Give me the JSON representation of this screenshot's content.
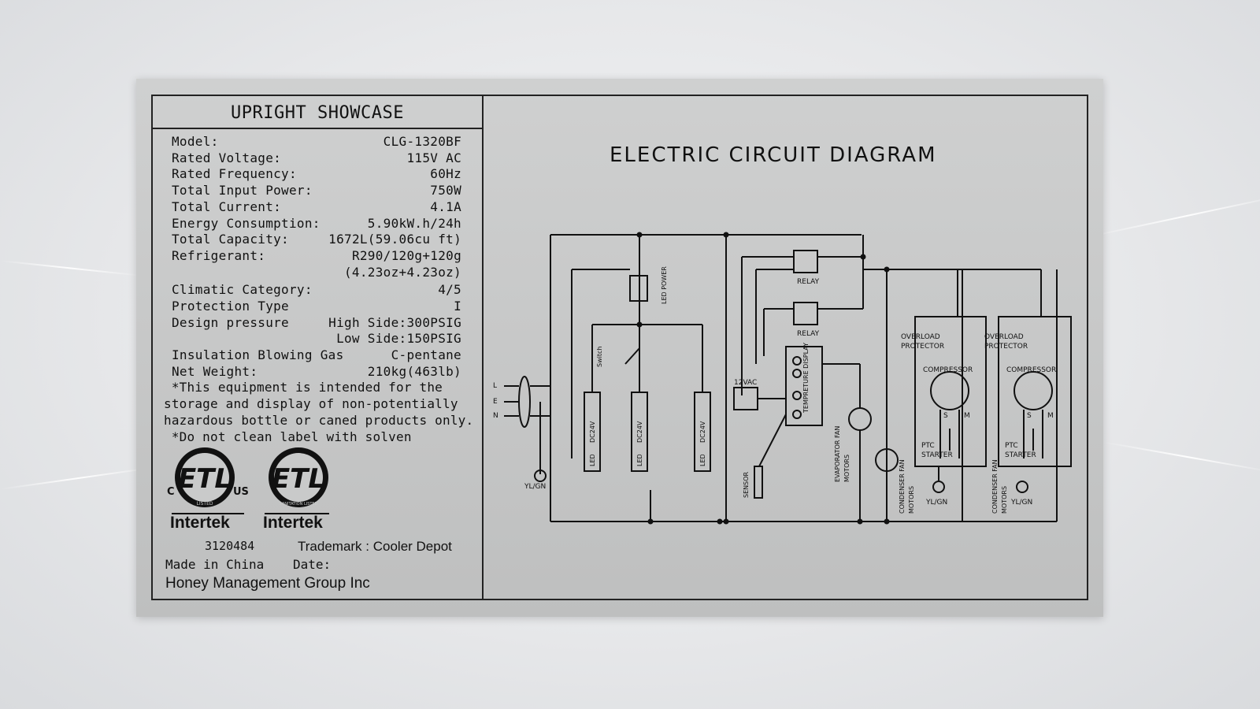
{
  "label": {
    "title": "UPRIGHT SHOWCASE",
    "specs": [
      {
        "name": "Model:",
        "value": "CLG-1320BF"
      },
      {
        "name": "Rated Voltage:",
        "value": "115V AC"
      },
      {
        "name": "Rated Frequency:",
        "value": "60Hz"
      },
      {
        "name": "Total Input Power:",
        "value": "750W"
      },
      {
        "name": "Total Current:",
        "value": "4.1A"
      },
      {
        "name": "Energy Consumption:",
        "value": "5.90kW.h/24h"
      },
      {
        "name": "Total Capacity:",
        "value": "1672L(59.06cu ft)"
      },
      {
        "name": "Refrigerant:",
        "value": "R290/120g+120g"
      },
      {
        "name": "",
        "value": "(4.23oz+4.23oz)"
      },
      {
        "name": "Climatic Category:",
        "value": "4/5"
      },
      {
        "name": "Protection Type",
        "value": "I"
      },
      {
        "name": "Design pressure",
        "value": "High Side:300PSIG"
      },
      {
        "name": "",
        "value": "Low Side:150PSIG"
      },
      {
        "name": "Insulation Blowing Gas",
        "value": "C-pentane"
      },
      {
        "name": "Net Weight:",
        "value": "210kg(463lb)"
      }
    ],
    "notes": [
      " *This equipment is intended for the",
      "storage and display of non-potentially",
      "hazardous bottle or caned products only.",
      " *Do not clean label with solven"
    ],
    "logo1": {
      "text": "ETL",
      "left": "C",
      "right": "US",
      "ring": "LISTED",
      "brand": "Intertek"
    },
    "logo2": {
      "text": "ETL",
      "ring": "SANITATION LISTED",
      "brand": "Intertek"
    },
    "cert_number": "3120484",
    "trademark": "Trademark : Cooler Depot",
    "made_in": "Made in China",
    "date_label": "Date:",
    "company": "Honey Management Group Inc"
  },
  "diagram": {
    "title": "ELECTRIC CIRCUIT DIAGRAM",
    "labels": {
      "plug": [
        "L",
        "E",
        "N"
      ],
      "ground": "YL/GN",
      "led_power": "LED POWER",
      "switch": "Switch",
      "led": "LED",
      "dc24v": "DC24V",
      "relay": "RELAY",
      "transformer": "12VAC",
      "temp_display": "TEMPRETURE DISPLAY",
      "sensor": "SENSOR",
      "evap_fan": "EVAPORATOR FAN",
      "motors": "MOTORS",
      "cond_fan": "CONDENSER FAN",
      "overload": "OVERLOAD",
      "protector": "PROTECTOR",
      "compressor": "COMPRESSOR",
      "ptc": "PTC",
      "starter": "STARTER",
      "s": "S",
      "m": "M"
    }
  },
  "colors": {
    "plate": "#c9caca",
    "ink": "#111111"
  }
}
